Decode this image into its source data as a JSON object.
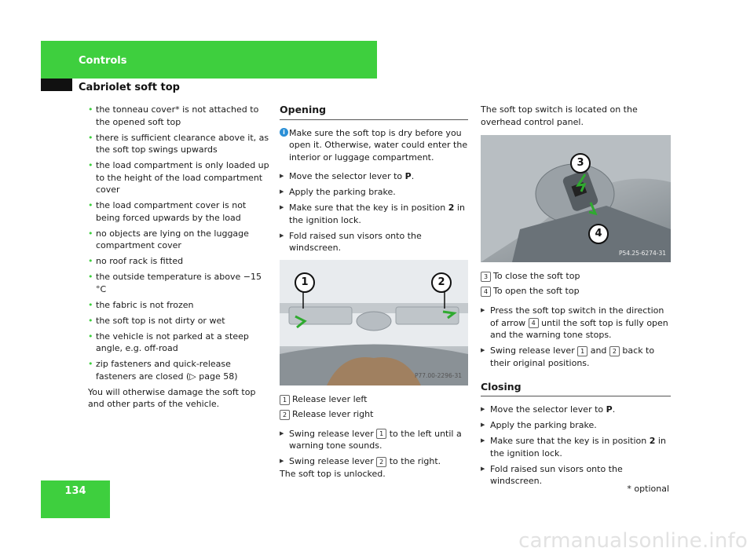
{
  "header": {
    "section": "Controls",
    "subsection": "Cabriolet soft top"
  },
  "page_number": "134",
  "footnote": "* optional",
  "watermark": "carmanualsonline.info",
  "col1": {
    "bullets": [
      "the tonneau cover* is not attached to the opened soft top",
      "there is sufficient clearance above it, as the soft top swings upwards",
      "the load compartment is only loaded up to the height of the load compartment cover",
      "the load compartment cover is not being forced upwards by the load",
      "no objects are lying on the luggage compartment cover",
      "no roof rack is fitted",
      "the outside temperature is above −15 °C",
      "the fabric is not frozen",
      "the soft top is not dirty or wet",
      "the vehicle is not parked at a steep angle, e.g. off-road",
      "zip fasteners and quick-release fasteners are closed (▷ page 58)"
    ],
    "warning": "You will otherwise damage the soft top and other parts of the vehicle."
  },
  "col2": {
    "heading": "Opening",
    "info": "Make sure the soft top is dry before you open it. Otherwise, water could enter the interior or luggage compartment.",
    "steps": [
      {
        "pre": "Move the selector lever to ",
        "bold": "P",
        "post": "."
      },
      {
        "pre": "Apply the parking brake.",
        "bold": "",
        "post": ""
      },
      {
        "pre": "Make sure that the key is in position ",
        "bold": "2",
        "post": " in the ignition lock."
      },
      {
        "pre": "Fold raised sun visors onto the windscreen.",
        "bold": "",
        "post": ""
      }
    ],
    "image": {
      "code": "P77.00-2296-31",
      "badge1": "1",
      "badge2": "2"
    },
    "callouts": [
      {
        "num": "1",
        "text": "Release lever left"
      },
      {
        "num": "2",
        "text": "Release lever right"
      }
    ],
    "steps2": [
      {
        "a": "Swing release lever ",
        "num": "1",
        "b": " to the left until a warning tone sounds."
      },
      {
        "a": "Swing release lever ",
        "num": "2",
        "b": " to the right."
      }
    ],
    "result": "The soft top is unlocked."
  },
  "col3": {
    "intro": "The soft top switch is located on the overhead control panel.",
    "image": {
      "code": "P54.25-6274-31",
      "badge3": "3",
      "badge4": "4"
    },
    "callouts": [
      {
        "num": "3",
        "text": "To close the soft top"
      },
      {
        "num": "4",
        "text": "To open the soft top"
      }
    ],
    "step_press": {
      "a": "Press the soft top switch in the direction of arrow ",
      "num": "4",
      "b": " until the soft top is fully open and the warning tone stops."
    },
    "step_swing": {
      "a": "Swing release lever ",
      "num1": "1",
      "mid": " and ",
      "num2": "2",
      "b": " back to their original positions."
    },
    "closing_heading": "Closing",
    "closing_steps": [
      {
        "pre": "Move the selector lever to ",
        "bold": "P",
        "post": "."
      },
      {
        "pre": "Apply the parking brake.",
        "bold": "",
        "post": ""
      },
      {
        "pre": "Make sure that the key is in position ",
        "bold": "2",
        "post": " in the ignition lock."
      },
      {
        "pre": "Fold raised sun visors onto the windscreen.",
        "bold": "",
        "post": ""
      }
    ]
  }
}
